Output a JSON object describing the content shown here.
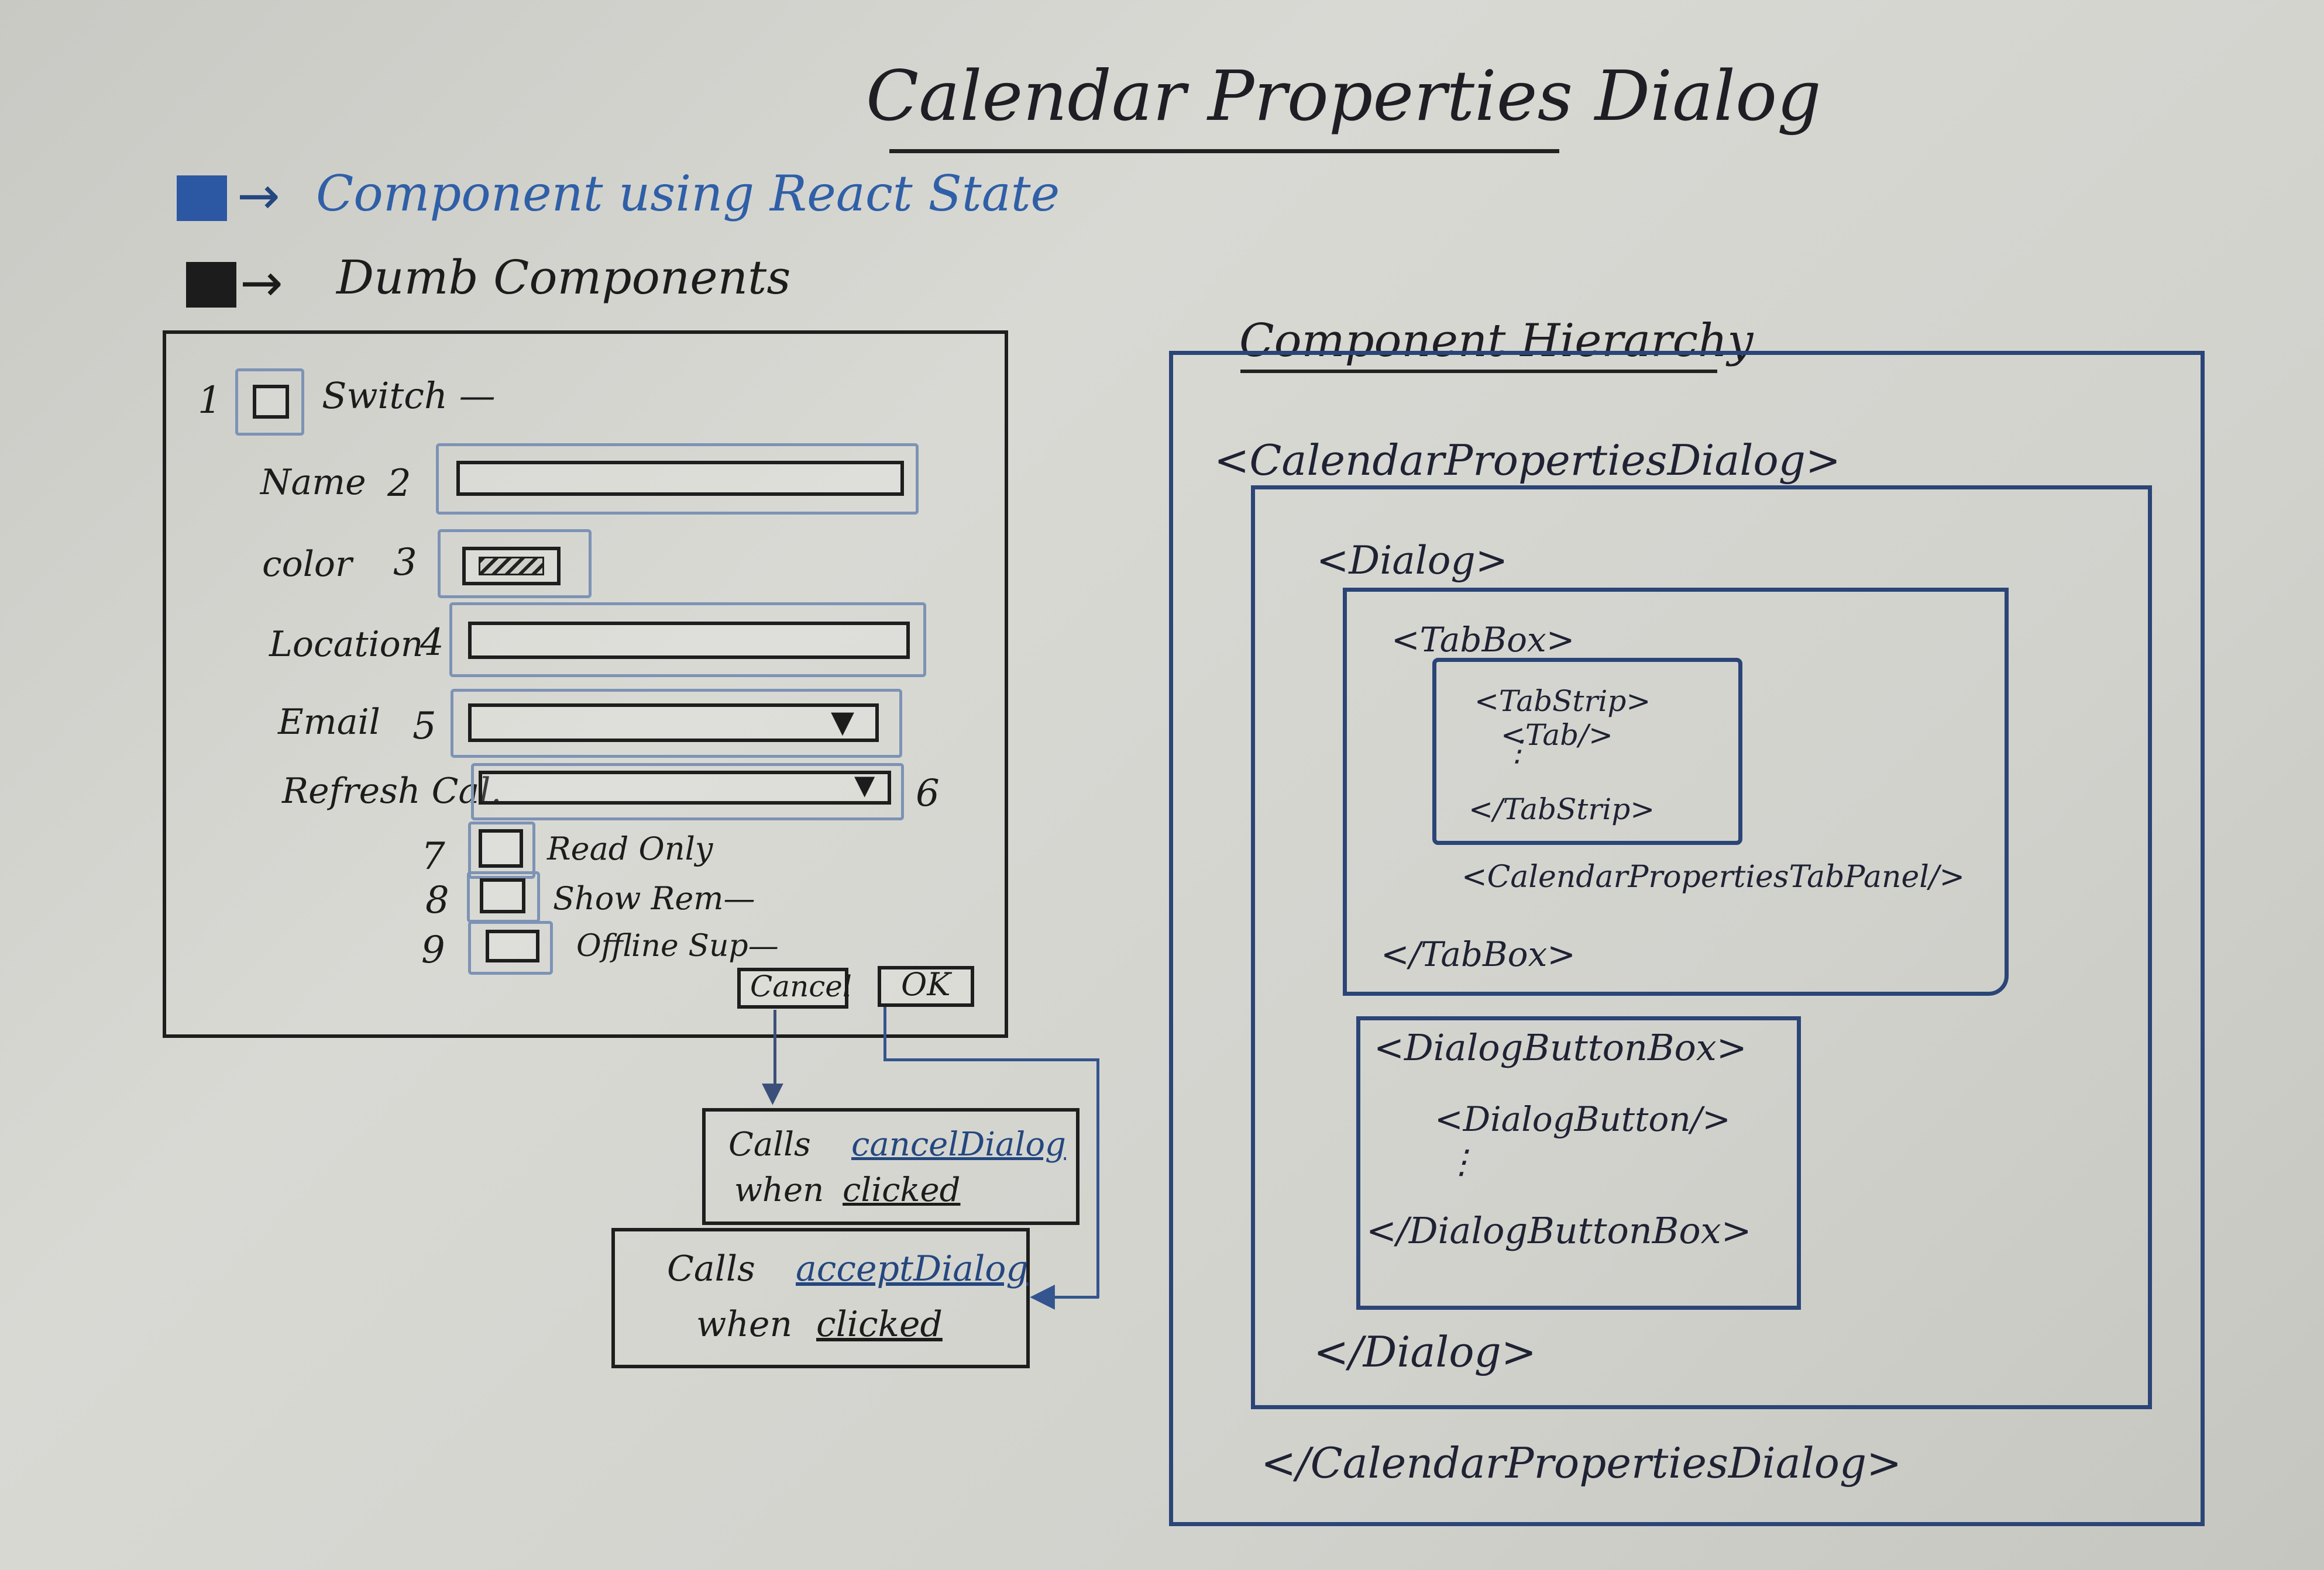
{
  "title": "Calendar Properties Dialog",
  "legend": {
    "state": {
      "arrow": "→",
      "label": "Component using React State",
      "color": "#2c57a3"
    },
    "dumb": {
      "arrow": "→",
      "label": "Dumb Components",
      "color": "#1c1c1c"
    }
  },
  "form": {
    "switch": {
      "num": "1",
      "label": "Switch —"
    },
    "name": {
      "num": "2",
      "label": "Name"
    },
    "color": {
      "num": "3",
      "label": "color"
    },
    "location": {
      "num": "4",
      "label": "Location"
    },
    "email": {
      "num": "5",
      "label": "Email",
      "arrow": "▼"
    },
    "refresh": {
      "num": "6",
      "label": "Refresh Cal.",
      "arrow": "▼"
    },
    "read_only": {
      "num": "7",
      "label": "Read Only"
    },
    "show_rem": {
      "num": "8",
      "label": "Show Rem—"
    },
    "offline": {
      "num": "9",
      "label": "Offline Sup—"
    },
    "cancel_label": "Cancel",
    "ok_label": "OK"
  },
  "notes": {
    "cancel": {
      "prefix": "Calls",
      "method": "cancelDialog",
      "when": "when",
      "clicked": "clicked"
    },
    "accept": {
      "prefix": "Calls",
      "method": "acceptDialog",
      "when": "when",
      "clicked": "clicked"
    }
  },
  "arrows": {
    "down": "▼",
    "left": "◀"
  },
  "hierarchy": {
    "title": "Component Hierarchy",
    "cpd_open": "<CalendarPropertiesDialog>",
    "dialog_open": "<Dialog>",
    "tabbox_open": "<TabBox>",
    "tabstrip_open": "<TabStrip>",
    "tab": "<Tab/>",
    "tab_dots": "⋮",
    "tabstrip_close": "</TabStrip>",
    "tabpanel": "<CalendarPropertiesTabPanel/>",
    "tabbox_close": "</TabBox>",
    "dbb_open": "<DialogButtonBox>",
    "dbutton": "<DialogButton/>",
    "db_dots": "⋮",
    "dbb_close": "</DialogButtonBox>",
    "dialog_close": "</Dialog>",
    "cpd_close": "</CalendarPropertiesDialog>"
  }
}
